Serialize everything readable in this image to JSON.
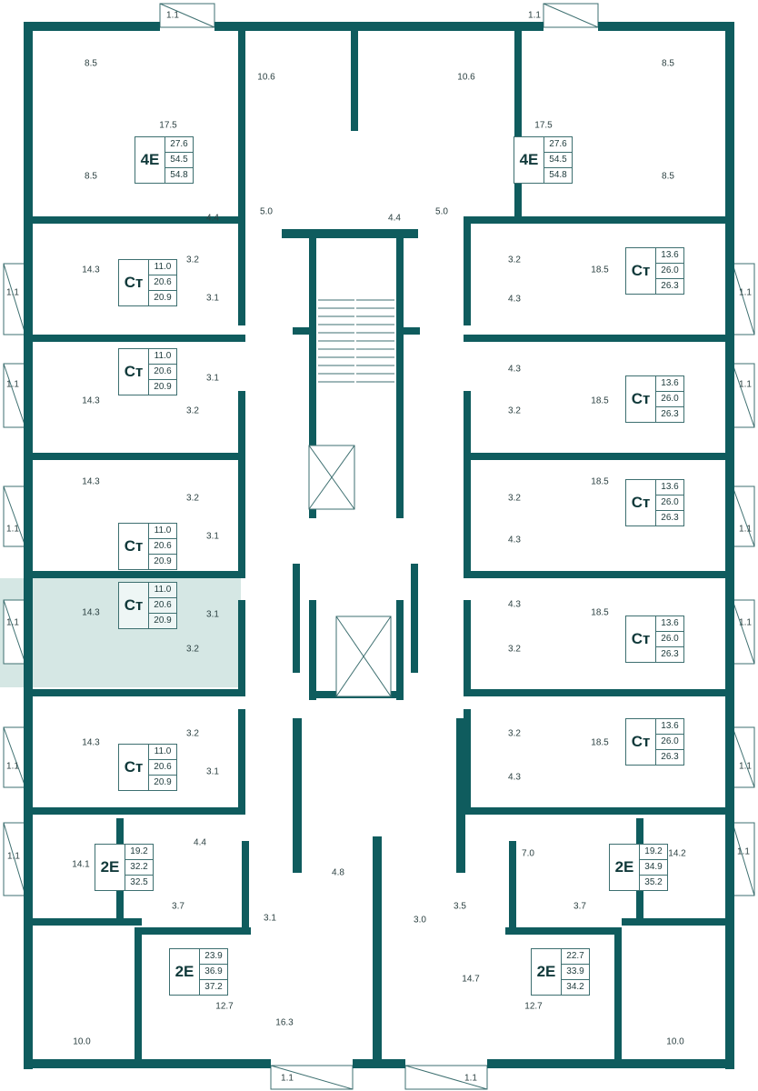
{
  "colors": {
    "wall": "#0f5c5e",
    "highlight": "#d5e7e4",
    "line": "#3d6f70"
  },
  "apartments": [
    {
      "type": "4E",
      "areas": [
        "27.6",
        "54.5",
        "54.8"
      ]
    },
    {
      "type": "4E",
      "areas": [
        "27.6",
        "54.5",
        "54.8"
      ]
    },
    {
      "type": "Ст",
      "areas": [
        "11.0",
        "20.6",
        "20.9"
      ]
    },
    {
      "type": "Ст",
      "areas": [
        "11.0",
        "20.6",
        "20.9"
      ]
    },
    {
      "type": "Ст",
      "areas": [
        "11.0",
        "20.6",
        "20.9"
      ]
    },
    {
      "type": "Ст",
      "areas": [
        "11.0",
        "20.6",
        "20.9"
      ],
      "highlighted": true
    },
    {
      "type": "Ст",
      "areas": [
        "11.0",
        "20.6",
        "20.9"
      ]
    },
    {
      "type": "Ст",
      "areas": [
        "13.6",
        "26.0",
        "26.3"
      ]
    },
    {
      "type": "Ст",
      "areas": [
        "13.6",
        "26.0",
        "26.3"
      ]
    },
    {
      "type": "Ст",
      "areas": [
        "13.6",
        "26.0",
        "26.3"
      ]
    },
    {
      "type": "Ст",
      "areas": [
        "13.6",
        "26.0",
        "26.3"
      ]
    },
    {
      "type": "Ст",
      "areas": [
        "13.6",
        "26.0",
        "26.3"
      ]
    },
    {
      "type": "2Е",
      "areas": [
        "19.2",
        "32.2",
        "32.5"
      ]
    },
    {
      "type": "2Е",
      "areas": [
        "23.9",
        "36.9",
        "37.2"
      ]
    },
    {
      "type": "2Е",
      "areas": [
        "19.2",
        "34.9",
        "35.2"
      ]
    },
    {
      "type": "2Е",
      "areas": [
        "22.7",
        "33.9",
        "34.2"
      ]
    }
  ],
  "room_labels": [
    "8.5",
    "8.5",
    "17.5",
    "1.1",
    "10.6",
    "5.0",
    "4.4",
    "8.5",
    "8.5",
    "17.5",
    "1.1",
    "10.6",
    "5.0",
    "4.4",
    "14.3",
    "3.2",
    "3.1",
    "1.1",
    "14.3",
    "3.2",
    "3.1",
    "1.1",
    "14.3",
    "3.2",
    "3.1",
    "1.1",
    "14.3",
    "3.2",
    "3.1",
    "1.1",
    "14.3",
    "3.2",
    "3.1",
    "1.1",
    "18.5",
    "3.2",
    "4.3",
    "1.1",
    "18.5",
    "3.2",
    "4.3",
    "1.1",
    "18.5",
    "3.2",
    "4.3",
    "1.1",
    "18.5",
    "3.2",
    "4.3",
    "1.1",
    "18.5",
    "3.2",
    "4.3",
    "1.1",
    "14.1",
    "1.1",
    "4.4",
    "3.7",
    "10.0",
    "12.7",
    "4.8",
    "3.1",
    "16.3",
    "1.1",
    "7.0",
    "3.0",
    "3.5",
    "14.7",
    "1.1",
    "14.2",
    "3.7",
    "1.1",
    "10.0",
    "12.7"
  ]
}
